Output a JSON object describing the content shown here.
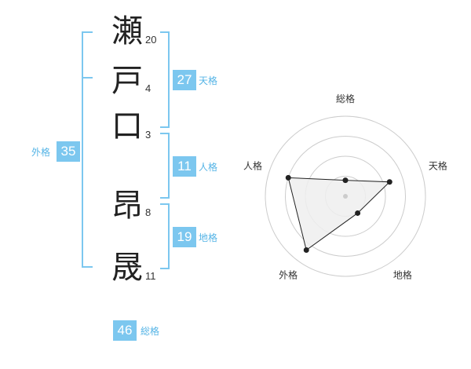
{
  "name": {
    "characters": [
      {
        "char": "瀬",
        "strokes": "20"
      },
      {
        "char": "戸",
        "strokes": "4"
      },
      {
        "char": "口",
        "strokes": "3"
      },
      {
        "char": "昂",
        "strokes": "8"
      },
      {
        "char": "晟",
        "strokes": "11"
      }
    ]
  },
  "fortunes": {
    "tenkaku": {
      "value": "27",
      "label": "天格"
    },
    "jinkaku": {
      "value": "11",
      "label": "人格"
    },
    "chikaku": {
      "value": "19",
      "label": "地格"
    },
    "gaikaku": {
      "value": "35",
      "label": "外格"
    },
    "soukaku": {
      "value": "46",
      "label": "総格"
    }
  },
  "colors": {
    "accent": "#7cc7ef",
    "badge_bg": "#7cc7ef",
    "label_text": "#55b4e6",
    "grid": "#cccccc",
    "polygon_fill": "#eeeeee",
    "polygon_stroke": "#222222"
  },
  "chart_data": {
    "type": "radar",
    "axes": [
      "総格",
      "天格",
      "地格",
      "外格",
      "人格"
    ],
    "values": [
      0.2,
      0.58,
      0.26,
      0.83,
      0.75
    ],
    "range": [
      0,
      1
    ],
    "rings": 4
  }
}
